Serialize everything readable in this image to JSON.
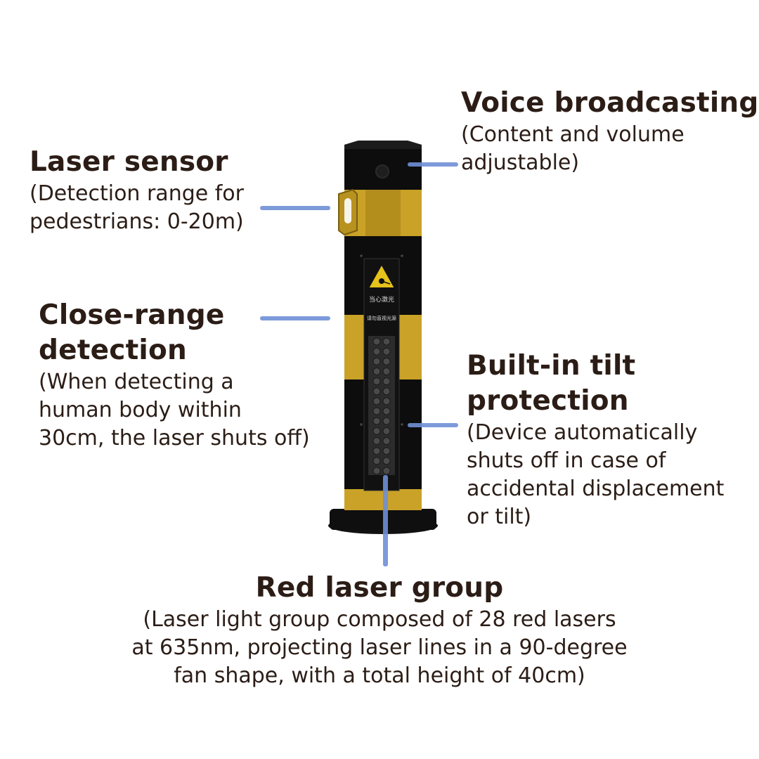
{
  "callouts": {
    "voice": {
      "title": "Voice broadcasting",
      "desc_lines": [
        "(Content and volume",
        "adjustable)"
      ]
    },
    "laser_sensor": {
      "title": "Laser sensor",
      "desc_lines": [
        "(Detection range for",
        "pedestrians: 0-20m)"
      ]
    },
    "close_range": {
      "title_lines": [
        "Close-range",
        "detection"
      ],
      "desc_lines": [
        "(When detecting a",
        "human body within",
        "30cm, the laser shuts off)"
      ]
    },
    "tilt": {
      "title_lines": [
        "Built-in tilt",
        "protection"
      ],
      "desc_lines": [
        "(Device automatically",
        "shuts off in case of",
        "accidental displacement",
        "or tilt)"
      ]
    },
    "red_laser": {
      "title": "Red laser group",
      "desc_lines": [
        "(Laser light group composed of 28 red lasers",
        "at 635nm, projecting laser lines in a 90-degree",
        "fan shape, with a total height of 40cm)"
      ]
    }
  },
  "device": {
    "warning_label_line1": "当心激光",
    "warning_label_line2": "请勿直视光源",
    "body_color": "#0d0d0d",
    "stripe_color": "#c9a227",
    "laser_count": 28
  },
  "colors": {
    "leader_line": "#6f8fd6",
    "text": "#2b1d16"
  }
}
